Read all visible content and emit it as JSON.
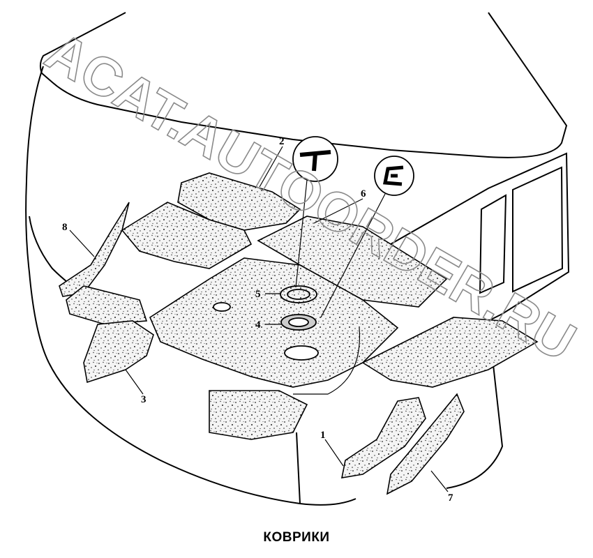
{
  "caption": "КОВРИКИ",
  "watermark": "ACAT.AUTOORDER.RU",
  "callouts": [
    {
      "id": "c1",
      "label": "1"
    },
    {
      "id": "c2",
      "label": "2"
    },
    {
      "id": "c3",
      "label": "3"
    },
    {
      "id": "c4",
      "label": "4"
    },
    {
      "id": "c5",
      "label": "5"
    },
    {
      "id": "c6",
      "label": "6"
    },
    {
      "id": "c7",
      "label": "7"
    },
    {
      "id": "c8",
      "label": "8"
    }
  ],
  "colors": {
    "line": "#000000",
    "mat_fill": "#f2f2f2",
    "watermark": "#8a8a8a"
  }
}
